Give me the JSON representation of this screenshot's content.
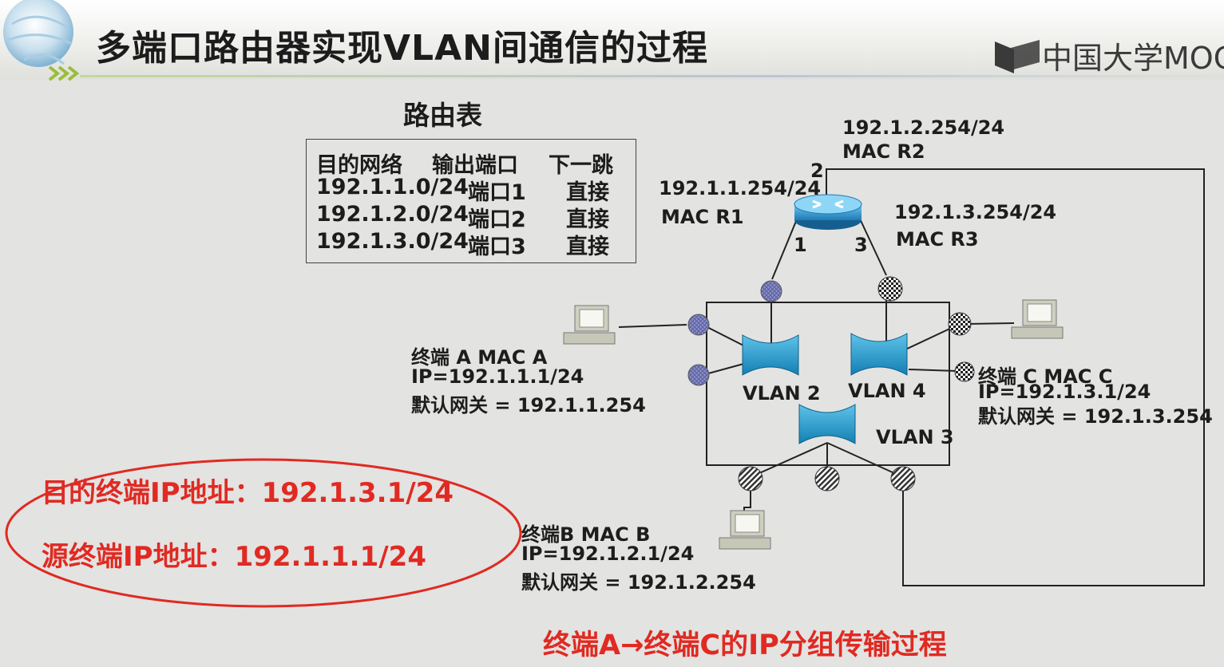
{
  "slide": {
    "title": "多端口路由器实现VLAN间通信的过程",
    "logo_text": "中国大学MOC"
  },
  "routing_table": {
    "title": "路由表",
    "headers": [
      "目的网络",
      "输出端口",
      "下一跳"
    ],
    "rows": [
      [
        "192.1.1.0/24",
        "端口1",
        "直接"
      ],
      [
        "192.1.2.0/24",
        "端口2",
        "直接"
      ],
      [
        "192.1.3.0/24",
        "端口3",
        "直接"
      ]
    ]
  },
  "router": {
    "port1_ip": "192.1.1.254/24",
    "port1_mac": "MAC R1",
    "port2_ip": "192.1.2.254/24",
    "port2_mac": "MAC R2",
    "port3_ip": "192.1.3.254/24",
    "port3_mac": "MAC R3",
    "port_numbers": [
      "1",
      "2",
      "3"
    ]
  },
  "vlans": [
    "VLAN 2",
    "VLAN 4",
    "VLAN 3"
  ],
  "terminals": {
    "a": {
      "name": "终端 A MAC A",
      "ip": "IP=192.1.1.1/24",
      "gateway": "默认网关 = 192.1.1.254"
    },
    "b": {
      "name": "终端B MAC B",
      "ip": "IP=192.1.2.1/24",
      "gateway": "默认网关 = 192.1.2.254"
    },
    "c": {
      "name": "终端 C MAC C",
      "ip": "IP=192.1.3.1/24",
      "gateway": "默认网关 = 192.1.3.254"
    }
  },
  "highlight": {
    "dest_ip": "目的终端IP地址：192.1.3.1/24",
    "src_ip": "源终端IP地址：192.1.1.1/24"
  },
  "caption": "终端A→终端C的IP分组传输过程",
  "colors": {
    "accent_red": "#e02a22",
    "switch_blue": "#1c8fc0",
    "port_blue": "#8b90c8"
  }
}
